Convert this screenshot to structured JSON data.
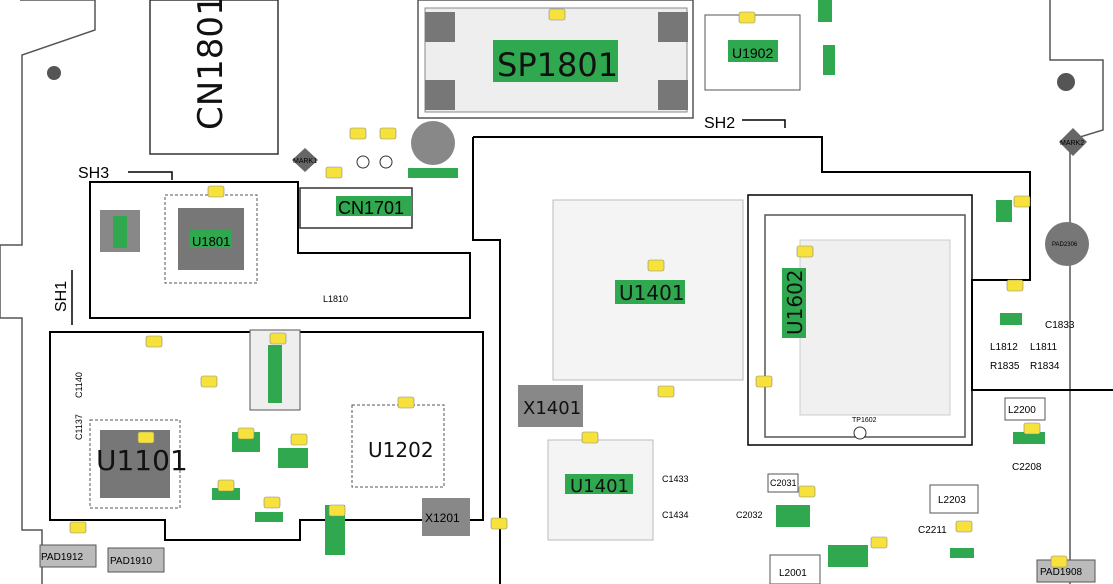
{
  "components": {
    "cn1801": "CN1801",
    "sp1801": "SP1801",
    "u1902": "U1902",
    "cn1701": "CN1701",
    "u1801": "U1801",
    "u1401": "U1401",
    "u1602": "U1602",
    "u1101": "U1101",
    "u1202": "U1202",
    "x1401": "X1401",
    "u1403": "U1401",
    "x1201": "X1201",
    "l2200": "L2200",
    "l2203": "L2203",
    "l2001": "L2001",
    "c2031": "C2031",
    "c2032": "C2032",
    "c2208": "C2208",
    "c1433": "C1433",
    "c1434": "C1434",
    "c1140": "C1140",
    "c1137": "C1137",
    "c1833": "C1833",
    "l1812": "L1812",
    "l1811": "L1811",
    "r1835": "R1835",
    "r1834": "R1834",
    "l1810": "L1810",
    "c2211": "C2211"
  },
  "shields": {
    "sh1": "SH1",
    "sh2": "SH2",
    "sh3": "SH3"
  },
  "pads": {
    "pad1912": "PAD1912",
    "pad1910": "PAD1910",
    "pad1908": "PAD1908",
    "pad2306": "PAD2306"
  },
  "marks": {
    "mark1": "MARK1",
    "mark2": "MARK2",
    "tp1602": "TP1602"
  },
  "colors": {
    "green": "#2fa84f",
    "gray": "#8c8c8c",
    "dark": "#5a5a5a",
    "note": "#f6e23a"
  }
}
